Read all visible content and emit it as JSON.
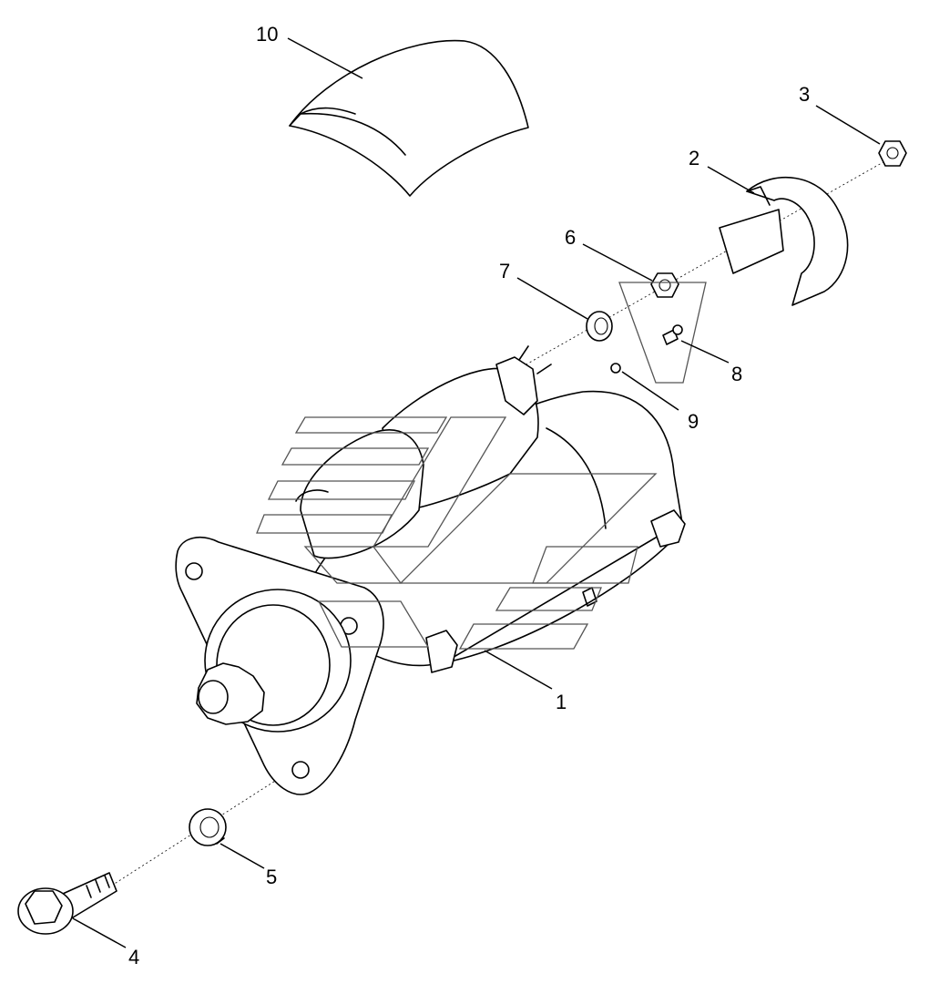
{
  "callouts": [
    {
      "id": "10",
      "label": "10"
    },
    {
      "id": "3",
      "label": "3"
    },
    {
      "id": "2",
      "label": "2"
    },
    {
      "id": "6",
      "label": "6"
    },
    {
      "id": "7",
      "label": "7"
    },
    {
      "id": "8",
      "label": "8"
    },
    {
      "id": "9",
      "label": "9"
    },
    {
      "id": "1",
      "label": "1"
    },
    {
      "id": "5",
      "label": "5"
    },
    {
      "id": "4",
      "label": "4"
    }
  ],
  "colors": {
    "line": "#000000",
    "background": "#ffffff",
    "watermark": "#555555"
  }
}
